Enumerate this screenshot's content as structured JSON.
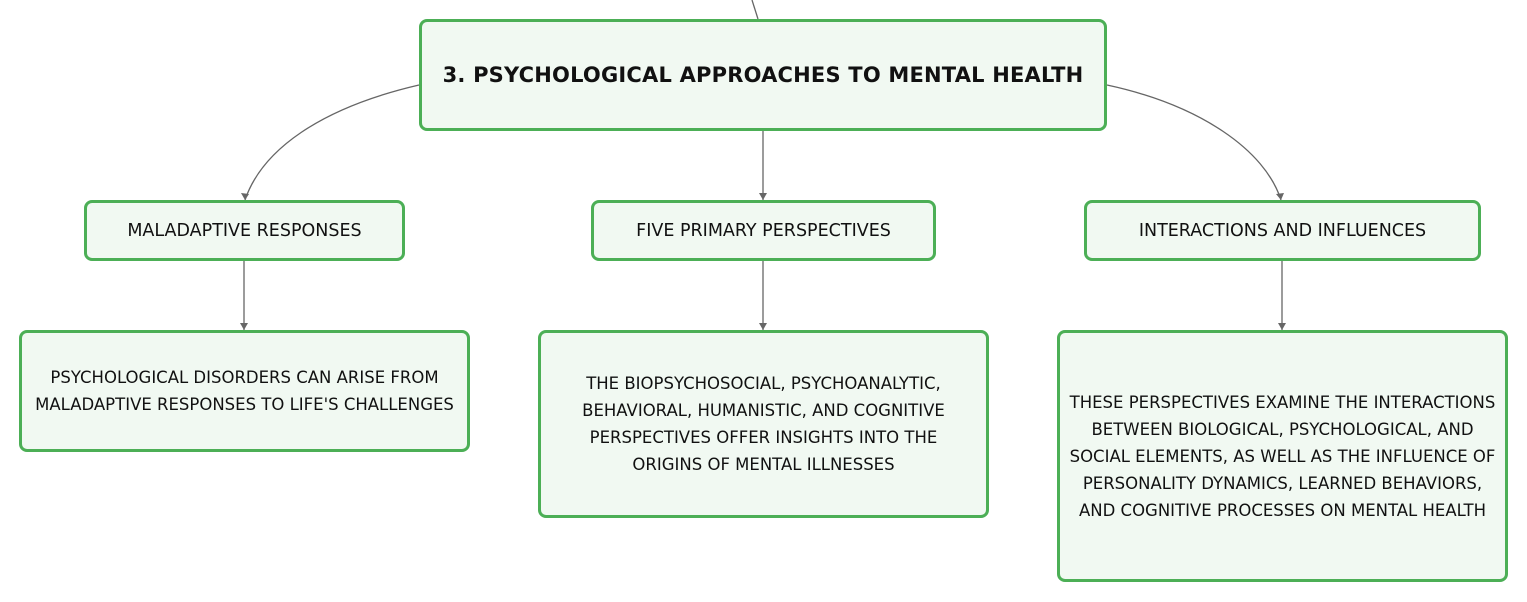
{
  "diagram": {
    "root": {
      "label": "3. PSYCHOLOGICAL APPROACHES TO MENTAL HEALTH"
    },
    "branches": [
      {
        "label": "MALADAPTIVE RESPONSES",
        "detail": "PSYCHOLOGICAL DISORDERS CAN ARISE FROM MALADAPTIVE RESPONSES TO LIFE'S CHALLENGES"
      },
      {
        "label": "FIVE PRIMARY PERSPECTIVES",
        "detail": "THE BIOPSYCHOSOCIAL, PSYCHOANALYTIC, BEHAVIORAL, HUMANISTIC, AND COGNITIVE PERSPECTIVES OFFER INSIGHTS INTO THE ORIGINS OF MENTAL ILLNESSES"
      },
      {
        "label": "INTERACTIONS AND INFLUENCES",
        "detail": "THESE PERSPECTIVES EXAMINE THE INTERACTIONS BETWEEN BIOLOGICAL, PSYCHOLOGICAL, AND SOCIAL ELEMENTS, AS WELL AS THE INFLUENCE OF PERSONALITY DYNAMICS, LEARNED BEHAVIORS, AND COGNITIVE PROCESSES ON MENTAL HEALTH"
      }
    ],
    "colors": {
      "node_border": "#4caf56",
      "node_fill": "#f1f9f2",
      "connector": "#666666",
      "text": "#111111"
    }
  }
}
